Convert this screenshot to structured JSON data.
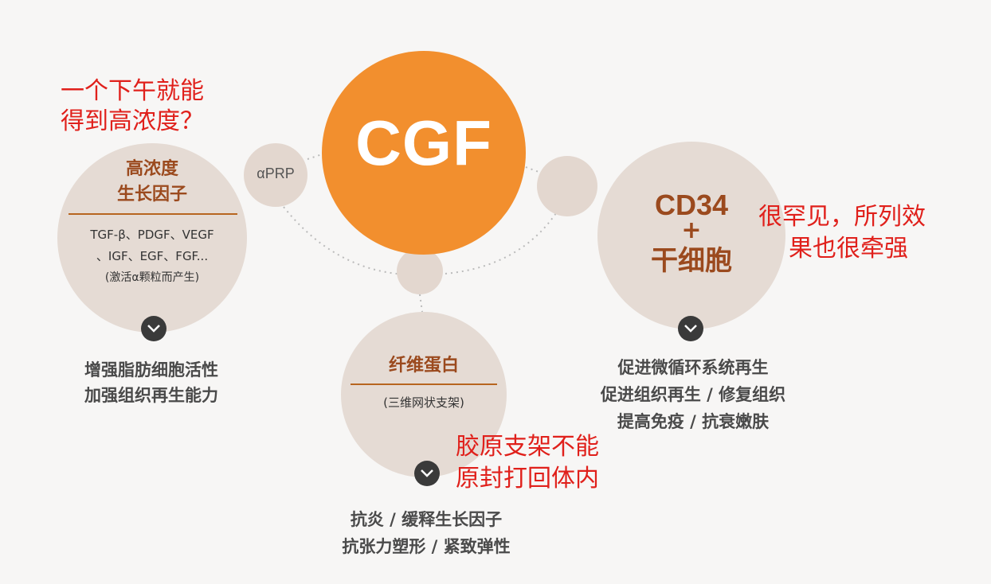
{
  "center": {
    "label": "CGF"
  },
  "prp": {
    "label": "αPRP"
  },
  "left_node": {
    "title_lines": [
      "高浓度",
      "生长因子"
    ],
    "body_lines": [
      "TGF-β、PDGF、VEGF",
      "、IGF、EGF、FGF...",
      "(激活α颗粒而产生)"
    ],
    "desc_lines": [
      "增强脂肪细胞活性",
      "加强组织再生能力"
    ]
  },
  "right_node": {
    "title_lines": [
      "CD34",
      "+",
      "干细胞"
    ],
    "desc_lines": [
      "促进微循环系统再生",
      "促进组织再生 / 修复组织",
      "提高免疫 / 抗衰嫩肤"
    ]
  },
  "bottom_node": {
    "title": "纤维蛋白",
    "subtitle": "(三维网状支架)",
    "desc_lines": [
      "抗炎 / 缓释生长因子",
      "抗张力塑形 / 紧致弹性"
    ]
  },
  "annotations": {
    "top_left": [
      "一个下午就能",
      "得到高浓度？"
    ],
    "right": [
      "很罕见，所列效",
      "果也很牵强"
    ],
    "bottom": [
      "胶原支架不能",
      "原封打回体内"
    ]
  },
  "colors": {
    "accent": "#f28f2e",
    "node_fill": "#e5dbd4",
    "title_brown": "#9b4a1e",
    "annotation_red": "#e0201b"
  }
}
